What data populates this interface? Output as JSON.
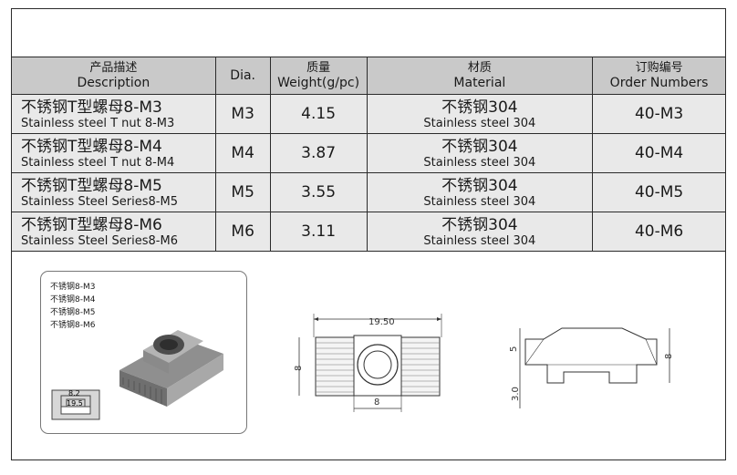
{
  "table": {
    "headers": {
      "description": {
        "zh": "产品描述",
        "en": "Description"
      },
      "dia": "Dia.",
      "weight": {
        "zh": "质量",
        "en": "Weight(g/pc)"
      },
      "material": {
        "zh": "材质",
        "en": "Material"
      },
      "order": {
        "zh": "订购编号",
        "en": "Order Numbers"
      }
    },
    "rows": [
      {
        "desc_zh": "不锈钢T型螺母8-M3",
        "desc_en": "Stainless steel T nut 8-M3",
        "dia": "M3",
        "weight": "4.15",
        "mat_zh": "不锈钢304",
        "mat_en": "Stainless steel 304",
        "order": "40-M3"
      },
      {
        "desc_zh": "不锈钢T型螺母8-M4",
        "desc_en": "Stainless steel T nut 8-M4",
        "dia": "M4",
        "weight": "3.87",
        "mat_zh": "不锈钢304",
        "mat_en": "Stainless steel 304",
        "order": "40-M4"
      },
      {
        "desc_zh": "不锈钢T型螺母8-M5",
        "desc_en": "Stainless Steel Series8-M5",
        "dia": "M5",
        "weight": "3.55",
        "mat_zh": "不锈钢304",
        "mat_en": "Stainless steel 304",
        "order": "40-M5"
      },
      {
        "desc_zh": "不锈钢T型螺母8-M6",
        "desc_en": "Stainless Steel Series8-M6",
        "dia": "M6",
        "weight": "3.11",
        "mat_zh": "不锈钢304",
        "mat_en": "Stainless steel 304",
        "order": "40-M6"
      }
    ]
  },
  "inset": {
    "items": [
      "不锈钢8-M3",
      "不锈钢8-M4",
      "不锈钢8-M5",
      "不锈钢8-M6"
    ],
    "profile_dims": {
      "top": "8.2",
      "bottom": "19.5"
    }
  },
  "drawing_top": {
    "width": "19.50",
    "height": "8",
    "bottom": "8"
  },
  "drawing_side": {
    "upper": "5",
    "lower": "3.0",
    "right": "8"
  }
}
